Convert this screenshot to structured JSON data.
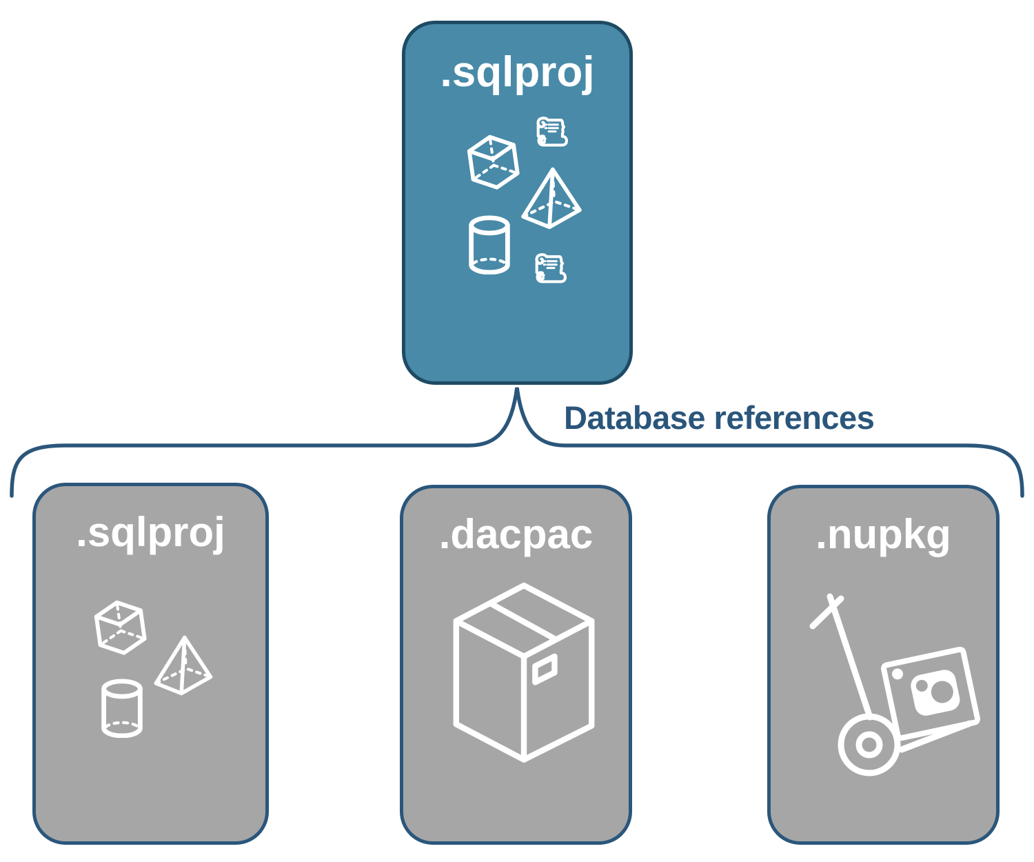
{
  "diagram": {
    "top_card": {
      "label": ".sqlproj"
    },
    "connector": {
      "label": "Database references"
    },
    "bottom_cards": [
      {
        "id": "sqlproj",
        "label": ".sqlproj"
      },
      {
        "id": "dacpac",
        "label": ".dacpac"
      },
      {
        "id": "nupkg",
        "label": ".nupkg"
      }
    ],
    "icons": {
      "top_card": [
        "scroll-icon",
        "cube-icon",
        "pyramid-icon",
        "cylinder-icon",
        "scroll-icon"
      ],
      "sqlproj_card": [
        "cube-icon",
        "pyramid-icon",
        "cylinder-icon"
      ],
      "dacpac_card": [
        "package-box-icon"
      ],
      "nupkg_card": [
        "hand-truck-nuget-icon"
      ]
    },
    "colors": {
      "blue_fill": "#488AA8",
      "top_card_border": "#1E4A63",
      "line_blue": "#2B567B",
      "gray_fill": "#A6A6A6",
      "icon_white": "#FFFFFF",
      "background": "#FFFFFF"
    }
  }
}
